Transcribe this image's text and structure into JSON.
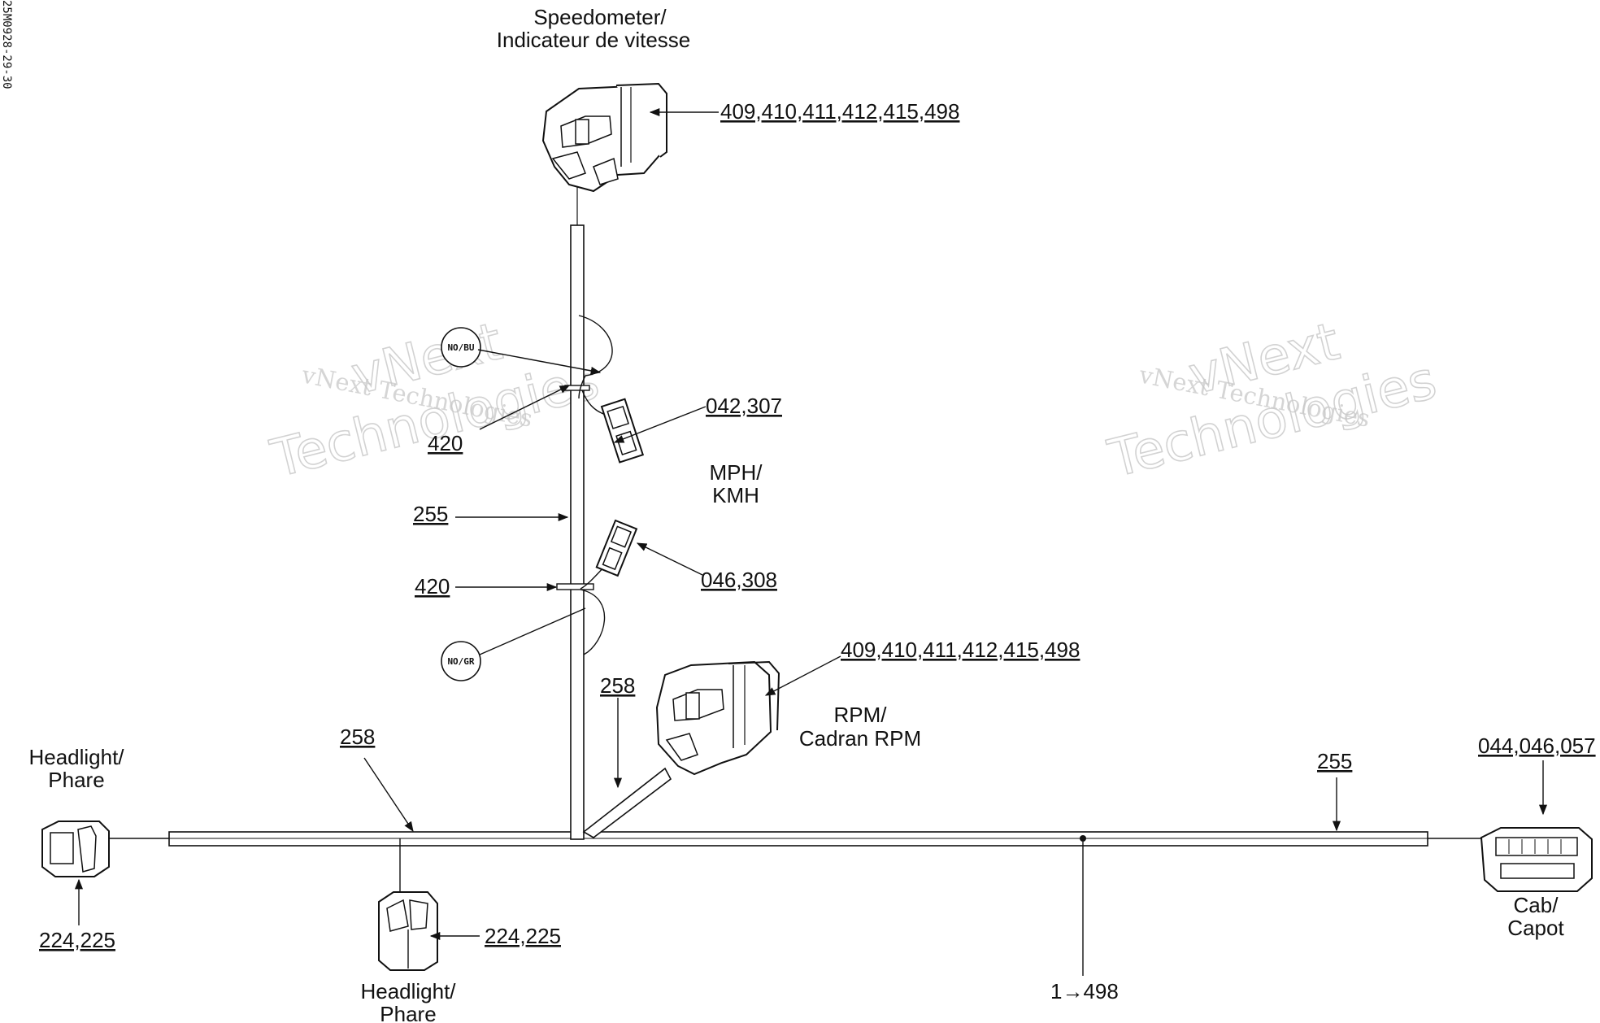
{
  "side_code": "25M0928-29-30",
  "watermarks": [
    {
      "line1": "vNext",
      "line2": "Technologies",
      "caption": "vNext Technologies"
    },
    {
      "line1": "vNext",
      "line2": "Technologies",
      "caption": "vNext Technologies"
    }
  ],
  "components": {
    "speedometer": {
      "name": "Speedometer/",
      "name_fr": "Indicateur de vitesse",
      "refs": "409,410,411,412,415,498"
    },
    "mph": {
      "name": "MPH/",
      "name2": "KMH"
    },
    "rpm": {
      "name": "RPM/",
      "name2": "Cadran RPM",
      "refs": "409,410,411,412,415,498"
    },
    "headlight_left": {
      "name": "Headlight/",
      "name2": "Phare",
      "refs": "224,225"
    },
    "headlight_bottom": {
      "name": "Headlight/",
      "name2": "Phare",
      "refs": "224,225"
    },
    "cab": {
      "name": "Cab/",
      "name2": "Capot",
      "refs": "044,046,057"
    },
    "connector_upper": {
      "refs": "042,307",
      "tag": "NO/BU"
    },
    "connector_lower": {
      "refs": "046,308",
      "tag": "NO/GR"
    }
  },
  "callouts": {
    "tie_upper": "420",
    "tie_lower": "420",
    "vertical_harness": "255",
    "branch_harness": "258",
    "main_left": "258",
    "main_right": "255",
    "ground": "1→498"
  }
}
